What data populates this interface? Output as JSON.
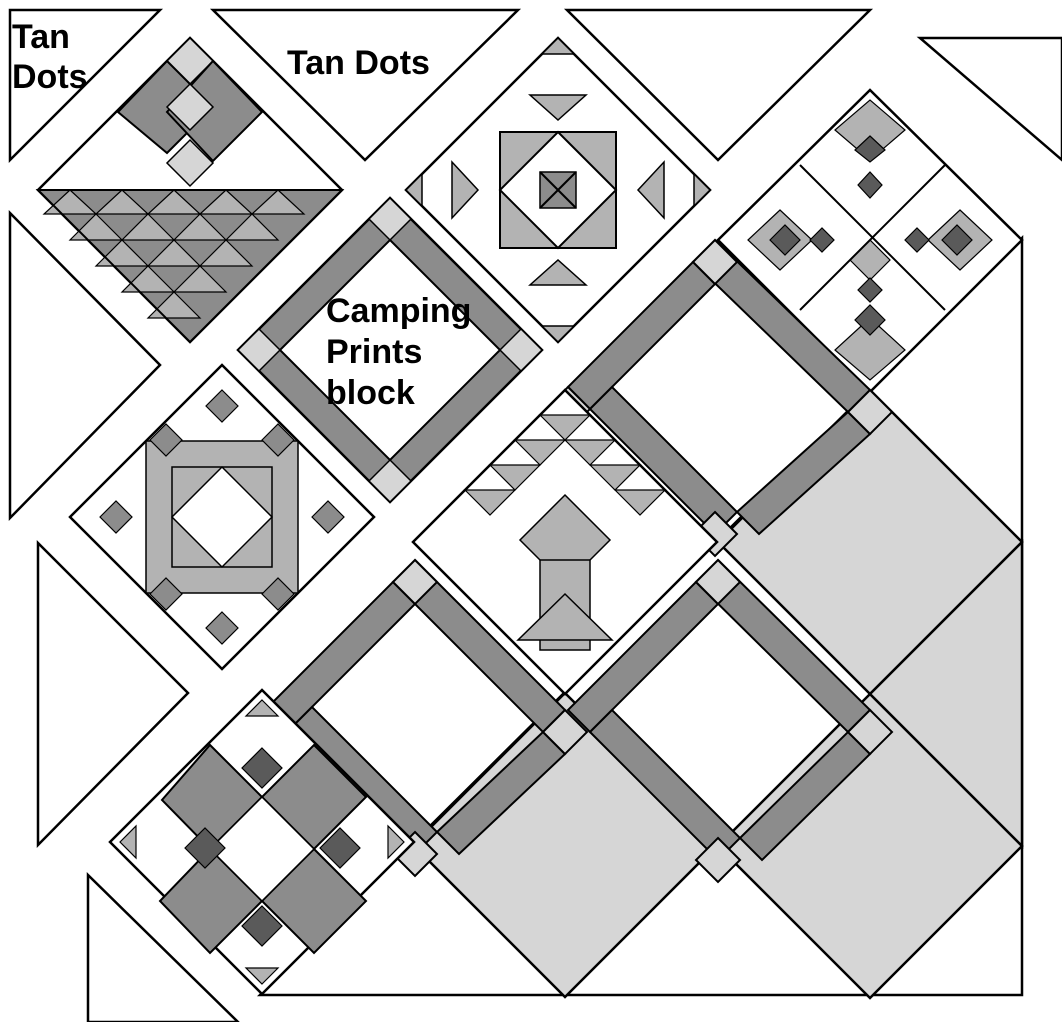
{
  "colors": {
    "background": "#ffffff",
    "outline": "#000000",
    "dark": "#5a5a5a",
    "medium": "#8c8c8c",
    "light": "#b3b3b3",
    "pale": "#d6d6d6"
  },
  "labels": {
    "corner_top_left_line1": "Tan",
    "corner_top_left_line2": "Dots",
    "top_triangle": "Tan Dots",
    "center_block_line1": "Camping",
    "center_block_line2": "Prints",
    "center_block_line3": "block"
  }
}
